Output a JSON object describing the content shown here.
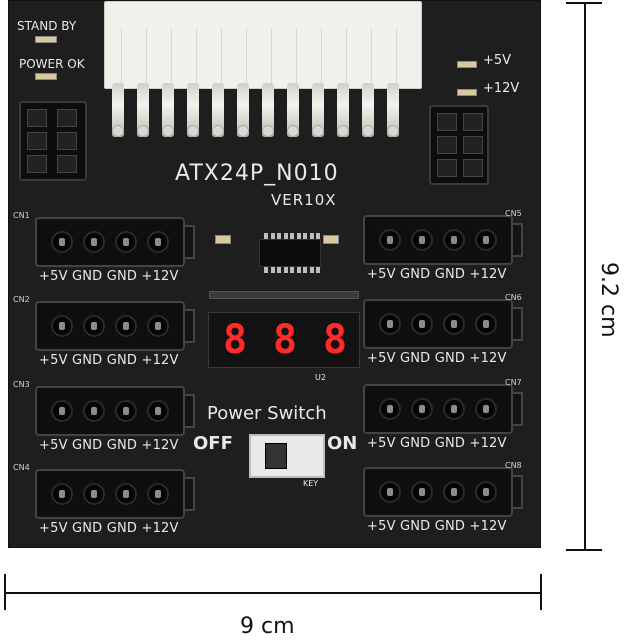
{
  "board": {
    "model": "ATX24P_N010",
    "version": "VER10X",
    "standby_label": "STAND BY",
    "power_ok_label": "POWER OK",
    "rail_5v": "+5V",
    "rail_12v": "+12V",
    "power_switch_label": "Power Switch",
    "off_label": "OFF",
    "on_label": "ON",
    "key_label": "KEY",
    "display_digits": [
      "8",
      "8",
      "8"
    ],
    "display_ref": "U2",
    "connectors": [
      {
        "id": "CN1",
        "pins": "+5V GND GND +12V"
      },
      {
        "id": "CN2",
        "pins": "+5V GND GND +12V"
      },
      {
        "id": "CN3",
        "pins": "+5V GND GND +12V"
      },
      {
        "id": "CN4",
        "pins": "+5V GND GND +12V"
      },
      {
        "id": "CN5",
        "pins": "+5V GND GND +12V"
      },
      {
        "id": "CN6",
        "pins": "+5V GND GND +12V"
      },
      {
        "id": "CN7",
        "pins": "+5V GND GND +12V"
      },
      {
        "id": "CN8",
        "pins": "+5V GND GND +12V"
      }
    ]
  },
  "dimensions": {
    "width": "9 cm",
    "height": "9.2 cm"
  }
}
